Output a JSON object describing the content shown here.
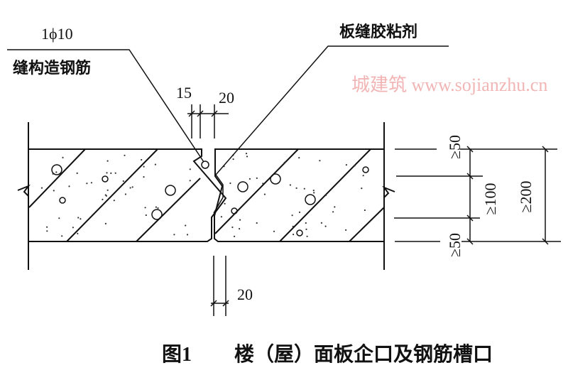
{
  "labels": {
    "rebar_spec": "1ϕ10",
    "rebar_name": "缝构造钢筋",
    "adhesive": "板缝胶粘剂",
    "dim_15": "15",
    "dim_20_top": "20",
    "dim_20_bottom": "20",
    "dim_50_top": "≥50",
    "dim_100": "≥100",
    "dim_200": "≥200",
    "dim_50_bottom": "≥50"
  },
  "caption": {
    "number": "图1",
    "title": "楼（屋）面板企口及钢筋槽口"
  },
  "watermark": "城建筑 www.sojianzhu.cn"
}
